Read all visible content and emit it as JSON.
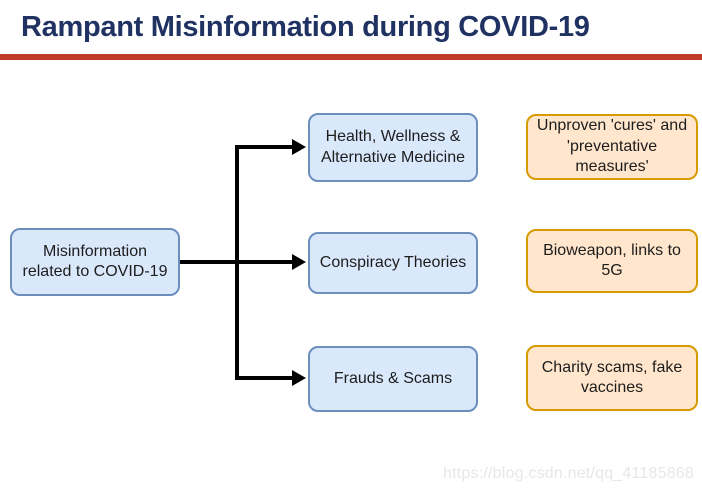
{
  "slide": {
    "title": "Rampant Misinformation during COVID-19"
  },
  "diagram": {
    "root": {
      "label": "Misinformation related to COVID-19"
    },
    "categories": [
      {
        "label": "Health, Wellness & Alternative Medicine",
        "example": "Unproven 'cures' and 'preventative measures'"
      },
      {
        "label": "Conspiracy Theories",
        "example": "Bioweapon, links to 5G"
      },
      {
        "label": "Frauds & Scams",
        "example": "Charity scams, fake vaccines"
      }
    ]
  },
  "watermark": {
    "text": "https://blog.csdn.net/qq_41185868"
  },
  "colors": {
    "title_text": "#1f3262",
    "divider": "#bf3a28",
    "node_blue_fill": "#dae8fc",
    "node_blue_border": "#6c8ebf",
    "node_orange_fill": "#ffe6cc",
    "node_orange_border": "#d79b00",
    "node_text": "#1d1d1d",
    "connector": "#000000",
    "watermark_text": "#e7e7ea",
    "background": "#ffffff"
  }
}
